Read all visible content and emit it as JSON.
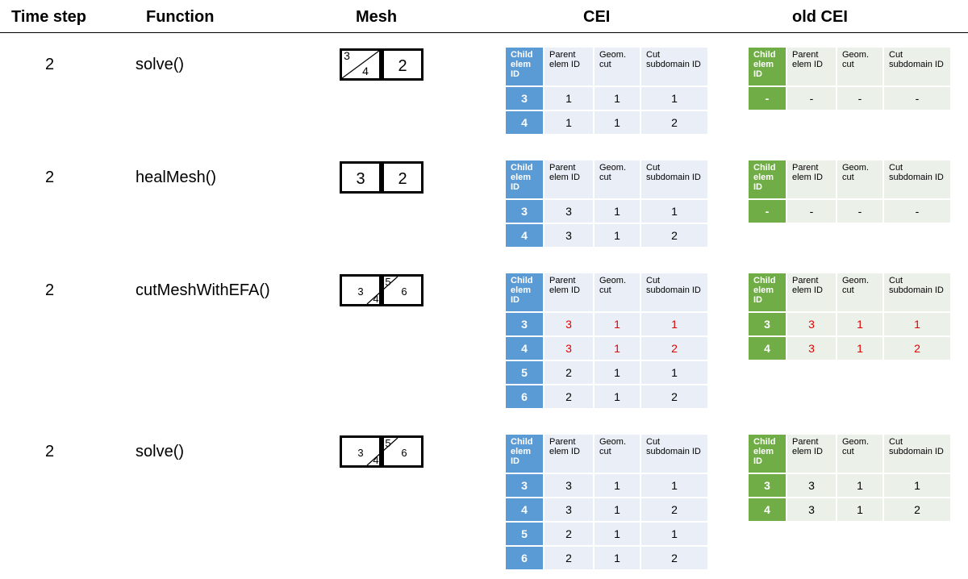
{
  "headers": {
    "time_step": "Time step",
    "function": "Function",
    "mesh": "Mesh",
    "cei": "CEI",
    "old_cei": "old CEI"
  },
  "table_headers": [
    "Child elem ID",
    "Parent elem ID",
    "Geom. cut",
    "Cut subdomain ID"
  ],
  "rows": [
    {
      "time_step": "2",
      "function": "solve()",
      "mesh": {
        "type": "split-left",
        "labels": [
          "3",
          "4",
          "2"
        ]
      },
      "cei": [
        [
          "3",
          "1",
          "1",
          "1"
        ],
        [
          "4",
          "1",
          "1",
          "2"
        ]
      ],
      "cei_red": [],
      "old_cei": [
        [
          "-",
          "-",
          "-",
          "-"
        ]
      ],
      "old_cei_red": []
    },
    {
      "time_step": "2",
      "function": "healMesh()",
      "mesh": {
        "type": "whole",
        "labels": [
          "3",
          "2"
        ]
      },
      "cei": [
        [
          "3",
          "3",
          "1",
          "1"
        ],
        [
          "4",
          "3",
          "1",
          "2"
        ]
      ],
      "cei_red": [],
      "old_cei": [
        [
          "-",
          "-",
          "-",
          "-"
        ]
      ],
      "old_cei_red": []
    },
    {
      "time_step": "2",
      "function": "cutMeshWithEFA()",
      "mesh": {
        "type": "split-both",
        "labels": [
          "3",
          "4",
          "5",
          "6"
        ]
      },
      "cei": [
        [
          "3",
          "3",
          "1",
          "1"
        ],
        [
          "4",
          "3",
          "1",
          "2"
        ],
        [
          "5",
          "2",
          "1",
          "1"
        ],
        [
          "6",
          "2",
          "1",
          "2"
        ]
      ],
      "cei_red": [
        0,
        1
      ],
      "old_cei": [
        [
          "3",
          "3",
          "1",
          "1"
        ],
        [
          "4",
          "3",
          "1",
          "2"
        ]
      ],
      "old_cei_red": [
        0,
        1
      ]
    },
    {
      "time_step": "2",
      "function": "solve()",
      "mesh": {
        "type": "split-both",
        "labels": [
          "3",
          "4",
          "5",
          "6"
        ]
      },
      "cei": [
        [
          "3",
          "3",
          "1",
          "1"
        ],
        [
          "4",
          "3",
          "1",
          "2"
        ],
        [
          "5",
          "2",
          "1",
          "1"
        ],
        [
          "6",
          "2",
          "1",
          "2"
        ]
      ],
      "cei_red": [],
      "old_cei": [
        [
          "3",
          "3",
          "1",
          "1"
        ],
        [
          "4",
          "3",
          "1",
          "2"
        ]
      ],
      "old_cei_red": []
    }
  ]
}
